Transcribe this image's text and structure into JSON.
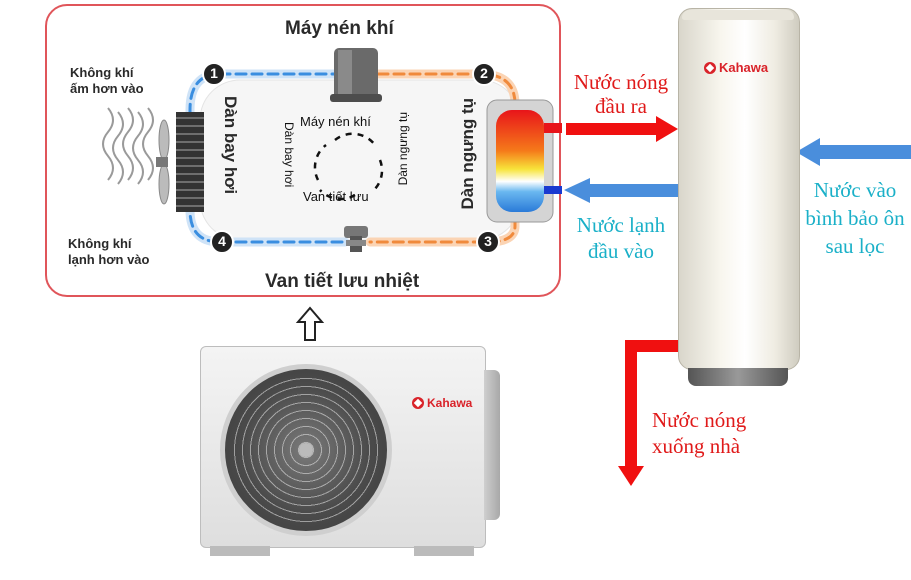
{
  "diagram": {
    "compressor_title": "Máy nén khí",
    "node_labels": [
      "1",
      "2",
      "3",
      "4"
    ],
    "evaporator_label": "Dàn bay hơi",
    "condenser_label": "Dàn ngưng tụ",
    "expansion_valve_title": "Van tiết lưu nhiệt",
    "warm_air_in": [
      "Không khí",
      "ấm hơn vào"
    ],
    "cold_air_in": [
      "Không khí",
      "lạnh hơn vào"
    ],
    "cycle": {
      "top": "Máy nén khí",
      "left": "Dàn bay hơi",
      "right": "Dàn ngưng tụ",
      "bottom": "Van tiết lưu"
    }
  },
  "tank": {
    "brand": "Kahawa",
    "hot_out": [
      "Nước nóng",
      "đầu ra"
    ],
    "cold_in": [
      "Nước lạnh",
      "đầu vào"
    ],
    "water_in": [
      "Nước vào",
      "bình bảo ôn",
      "sau lọc"
    ],
    "hot_down": [
      "Nước nóng",
      "xuống nhà"
    ]
  },
  "outdoor_unit": {
    "brand": "Kahawa"
  },
  "colors": {
    "hot_pipe": "#f08a3c",
    "cold_pipe": "#3a8ee0",
    "red_arrow": "#f01010",
    "blue_arrow": "#4a8edc",
    "panel_border": "#e0555a",
    "teal_text": "#1ab0c8",
    "red_text": "#e01a1a"
  },
  "icons": [
    "up-outline-arrow-icon",
    "fan-icon",
    "kahawa-logo-icon"
  ]
}
